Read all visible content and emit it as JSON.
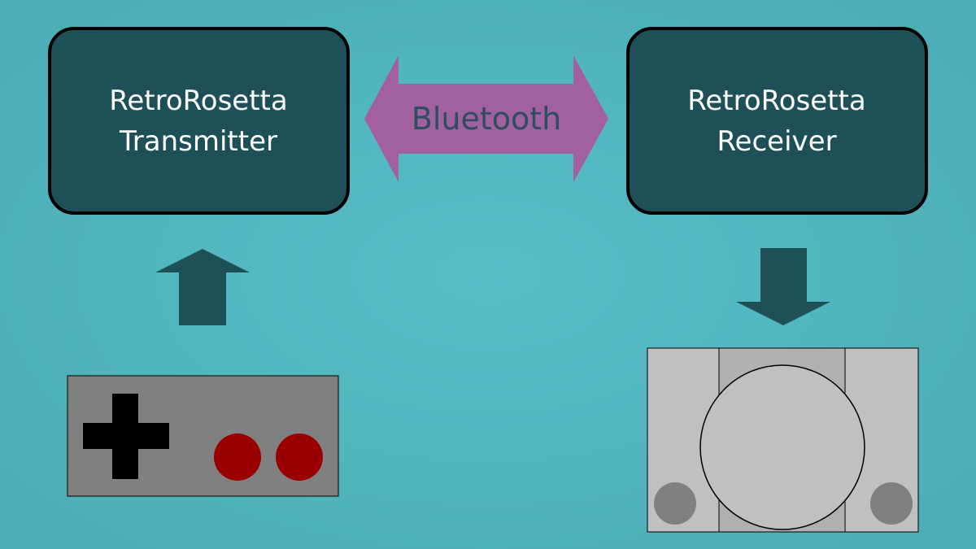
{
  "transmitter": {
    "line1": "RetroRosetta",
    "line2": "Transmitter"
  },
  "receiver": {
    "line1": "RetroRosetta",
    "line2": "Receiver"
  },
  "link": {
    "label": "Bluetooth"
  },
  "colors": {
    "background": "#54b9c1",
    "box_fill": "#1d5057",
    "box_border": "#000000",
    "box_text": "#ffffff",
    "link_arrow": "#a2609f",
    "link_text": "#2c4f5e",
    "flow_arrow": "#1d5057",
    "controller_body": "#808080",
    "controller_dpad": "#000000",
    "controller_buttons": "#9b0000",
    "console_light": "#c0c0c0",
    "console_center": "#b0b0b0",
    "console_button": "#808080"
  },
  "icons": {
    "controller": "gamepad-icon",
    "console": "game-console-icon"
  }
}
